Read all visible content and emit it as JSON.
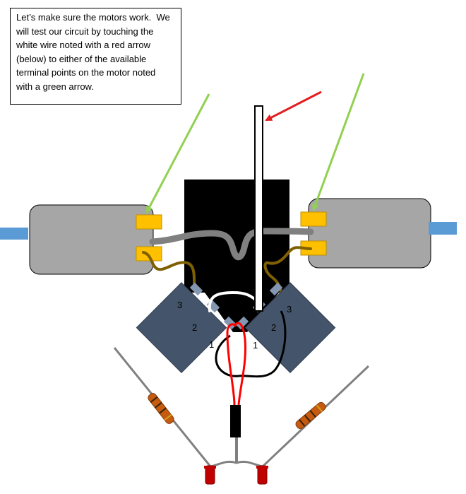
{
  "instructions": {
    "lines": [
      "Let’s make sure the motors work.  We",
      "will test our circuit by touching the",
      "white wire noted with a red arrow",
      "(below) to either of the available",
      "terminal points on the motor noted",
      "with a green arrow."
    ]
  },
  "left_switch": {
    "pins": [
      "3",
      "2",
      "1"
    ]
  },
  "right_switch": {
    "pins": [
      "3",
      "2",
      "1"
    ]
  },
  "colors": {
    "motor_body": "#a6a6a6",
    "motor_shaft": "#5b9bd5",
    "terminal": "#ffc000",
    "switch_body": "#44546a",
    "board": "#000000",
    "red_arrow": "#e21e1e",
    "green_arrow": "#92d050",
    "brown_wire": "#7f6000",
    "gray_wire": "#808080",
    "red_wire": "#ff0000",
    "led": "#c00000",
    "resistor": "#c55a11"
  }
}
